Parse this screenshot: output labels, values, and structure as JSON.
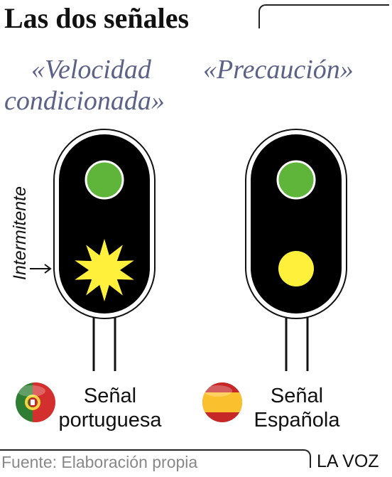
{
  "title": "Las dos señales",
  "signals": {
    "portuguese": {
      "label_line1": "«Velocidad",
      "label_line2": "condicionada»",
      "caption_line1": "Señal",
      "caption_line2": "portuguesa",
      "annotation": "Intermitente",
      "top_light_color": "#5fb43a",
      "bottom_light_color": "#fff03c",
      "bottom_light_shape": "star"
    },
    "spanish": {
      "label": "«Precaución»",
      "caption_line1": "Señal",
      "caption_line2": "Española",
      "top_light_color": "#5fb43a",
      "bottom_light_color": "#fff03c",
      "bottom_light_shape": "circle"
    }
  },
  "colors": {
    "label_text": "#5b6187",
    "signal_body": "#000000",
    "flag_pt_green": "#2e7d32",
    "flag_pt_red": "#d32f2f",
    "flag_es_red": "#c62828",
    "flag_es_yellow": "#fbc02d"
  },
  "footer": {
    "source": "Fuente: Elaboración propia",
    "brand": "LA VOZ"
  }
}
